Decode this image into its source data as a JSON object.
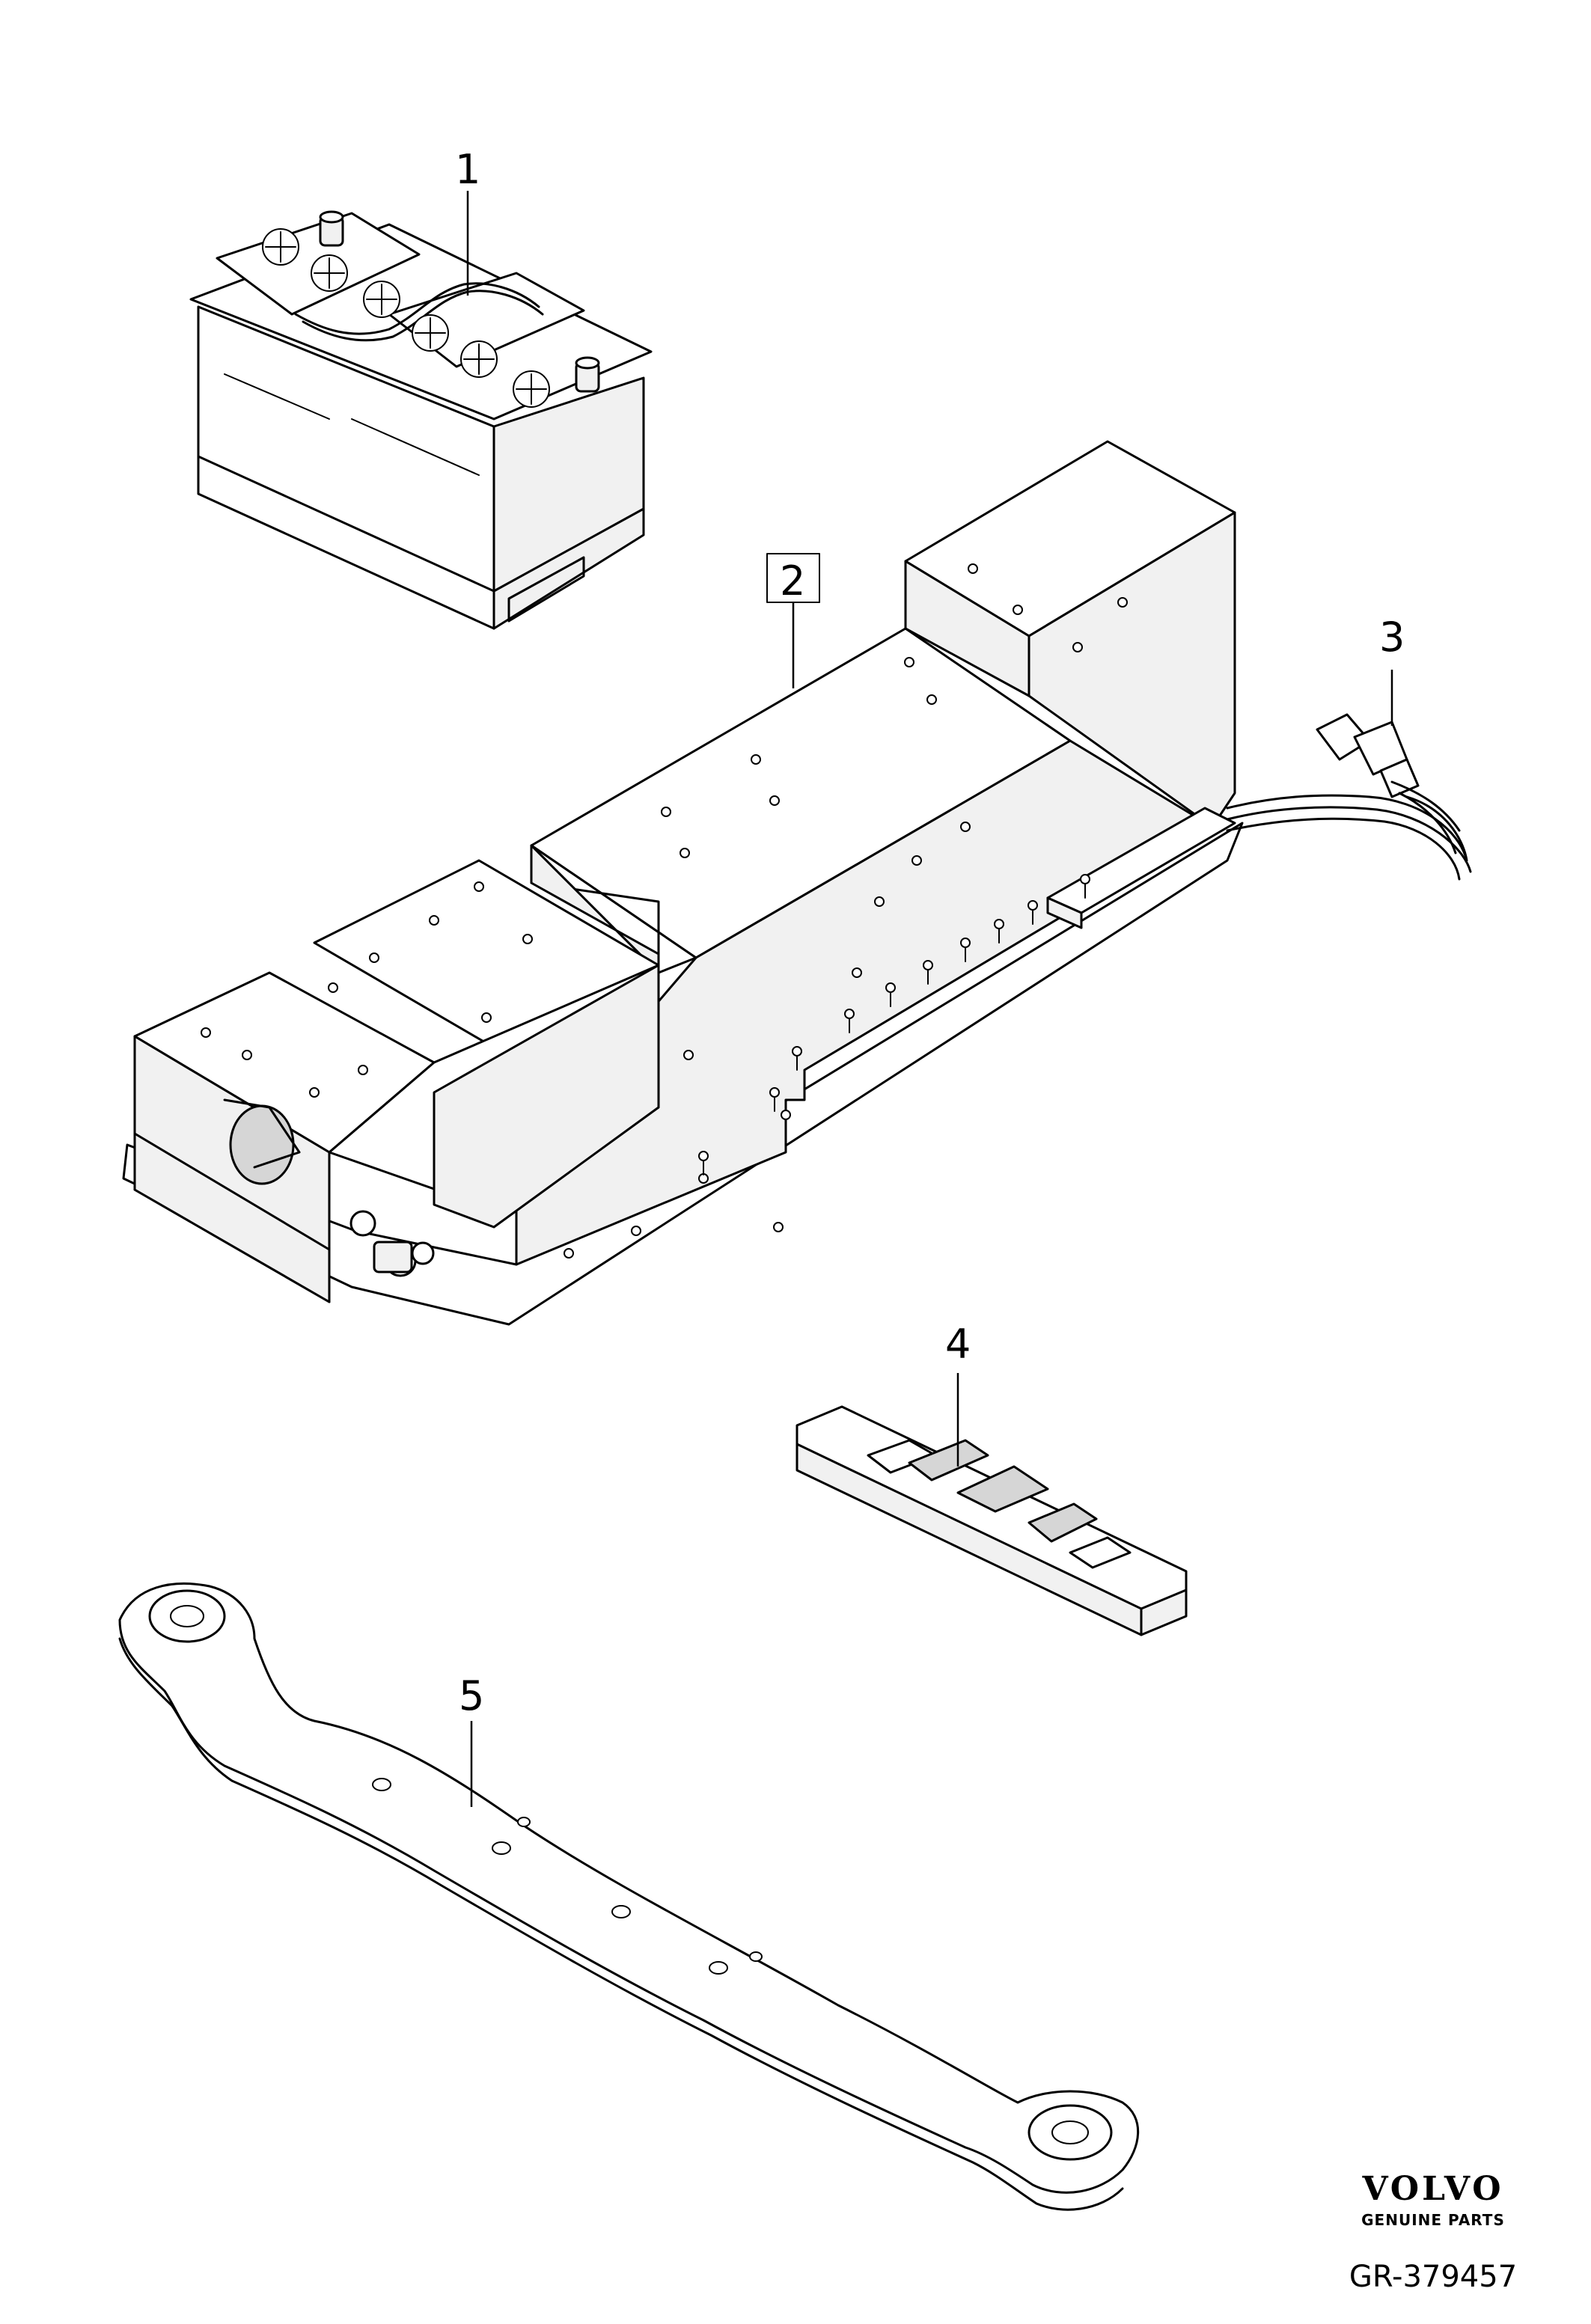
{
  "callouts": [
    {
      "id": "1",
      "label": "1",
      "boxed": false
    },
    {
      "id": "2",
      "label": "2",
      "boxed": true
    },
    {
      "id": "3",
      "label": "3",
      "boxed": false
    },
    {
      "id": "4",
      "label": "4",
      "boxed": false
    },
    {
      "id": "5",
      "label": "5",
      "boxed": false
    }
  ],
  "branding": {
    "name": "VOLVO",
    "tagline": "GENUINE PARTS"
  },
  "reference": "GR-379457"
}
